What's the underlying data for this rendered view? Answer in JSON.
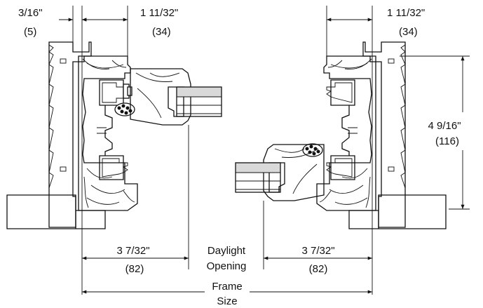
{
  "dimensions": {
    "top_left_gap": {
      "fraction": "3/16\"",
      "metric": "(5)"
    },
    "top_left_face": {
      "fraction": "1 11/32\"",
      "metric": "(34)"
    },
    "top_right_face": {
      "fraction": "1 11/32\"",
      "metric": "(34)"
    },
    "right_height": {
      "fraction": "4 9/16\"",
      "metric": "(116)"
    },
    "bottom_left_width": {
      "fraction": "3 7/32\"",
      "metric": "(82)"
    },
    "bottom_right_width": {
      "fraction": "3 7/32\"",
      "metric": "(82)"
    }
  },
  "labels": {
    "daylight_line1": "Daylight",
    "daylight_line2": "Opening",
    "frame_line1": "Frame",
    "frame_line2": "Size"
  }
}
